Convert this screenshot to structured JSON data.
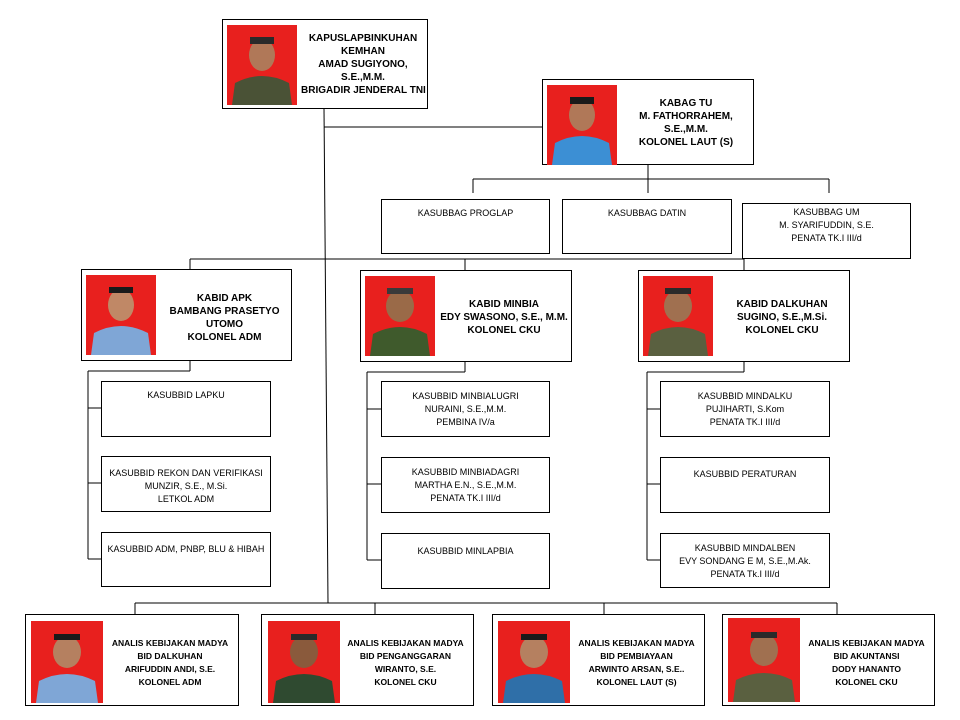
{
  "head": {
    "lines": [
      "KAPUSLAPBINKUHAN",
      "KEMHAN",
      "AMAD SUGIYONO,",
      "S.E.,M.M.",
      "BRIGADIR JENDERAL TNI"
    ],
    "photo": {
      "bg": "#e8201e",
      "uniform": "#4a5236"
    }
  },
  "tu": {
    "lines": [
      "KABAG TU",
      "M. FATHORRAHEM,",
      "S.E.,M.M.",
      "KOLONEL LAUT (S)"
    ],
    "photo": {
      "bg": "#e8201e",
      "uniform": "#3c8fd4"
    }
  },
  "subbag": [
    {
      "lines": [
        "KASUBBAG PROGLAP"
      ]
    },
    {
      "lines": [
        "KASUBBAG DATIN"
      ]
    },
    {
      "lines": [
        "KASUBBAG UM",
        "M. SYARIFUDDIN, S.E.",
        "PENATA TK.I III/d"
      ]
    }
  ],
  "kabid": [
    {
      "lines": [
        "KABID APK",
        "BAMBANG PRASETYO",
        "UTOMO",
        "KOLONEL ADM"
      ],
      "photo": {
        "bg": "#e8201e",
        "uniform": "#7fa6d6"
      }
    },
    {
      "lines": [
        "KABID MINBIA",
        "EDY SWASONO, S.E., M.M.",
        "KOLONEL CKU"
      ],
      "photo": {
        "bg": "#e8201e",
        "uniform": "#3f5a2c"
      }
    },
    {
      "lines": [
        "KABID DALKUHAN",
        "SUGINO, S.E.,M.Si.",
        "KOLONEL CKU"
      ],
      "photo": {
        "bg": "#e8201e",
        "uniform": "#5a6040"
      }
    }
  ],
  "subbid": [
    [
      {
        "lines": [
          "KASUBBID LAPKU"
        ]
      },
      {
        "lines": [
          "KASUBBID REKON DAN VERIFIKASI",
          "MUNZIR, S.E., M.Si.",
          "LETKOL ADM"
        ]
      },
      {
        "lines": [
          "KASUBBID ADM, PNBP, BLU & HIBAH"
        ]
      }
    ],
    [
      {
        "lines": [
          "KASUBBID MINBIALUGRI",
          "NURAINI, S.E.,M.M.",
          "PEMBINA IV/a"
        ]
      },
      {
        "lines": [
          "KASUBBID MINBIADAGRI",
          "MARTHA E.N., S.E.,M.M.",
          "PENATA TK.I III/d"
        ]
      },
      {
        "lines": [
          "KASUBBID MINLAPBIA"
        ]
      }
    ],
    [
      {
        "lines": [
          "KASUBBID MINDALKU",
          "PUJIHARTI, S.Kom",
          "PENATA TK.I III/d"
        ]
      },
      {
        "lines": [
          "KASUBBID PERATURAN"
        ]
      },
      {
        "lines": [
          "KASUBBID MINDALBEN",
          "EVY SONDANG E M, S.E.,M.Ak.",
          "PENATA Tk.I  III/d"
        ]
      }
    ]
  ],
  "analis": [
    {
      "lines": [
        "ANALIS KEBIJAKAN MADYA",
        "BID DALKUHAN",
        "ARIFUDDIN ANDI, S.E.",
        "KOLONEL ADM"
      ],
      "photo": {
        "bg": "#e8201e",
        "uniform": "#7fa6d6"
      }
    },
    {
      "lines": [
        "ANALIS KEBIJAKAN MADYA",
        "BID PENGANGGARAN",
        "WIRANTO, S.E.",
        "KOLONEL CKU"
      ],
      "photo": {
        "bg": "#e8201e",
        "uniform": "#2f4a30"
      }
    },
    {
      "lines": [
        "ANALIS KEBIJAKAN MADYA",
        "BID PEMBIAYAAN",
        "ARWINTO ARSAN, S.E..",
        "KOLONEL LAUT (S)"
      ],
      "photo": {
        "bg": "#e8201e",
        "uniform": "#2f6fa8"
      }
    },
    {
      "lines": [
        "ANALIS KEBIJAKAN MADYA",
        "BID AKUNTANSI",
        "DODY HANANTO",
        "KOLONEL CKU"
      ],
      "photo": {
        "bg": "#e8201e",
        "uniform": "#5a6040"
      }
    }
  ],
  "line_color": "#000000"
}
